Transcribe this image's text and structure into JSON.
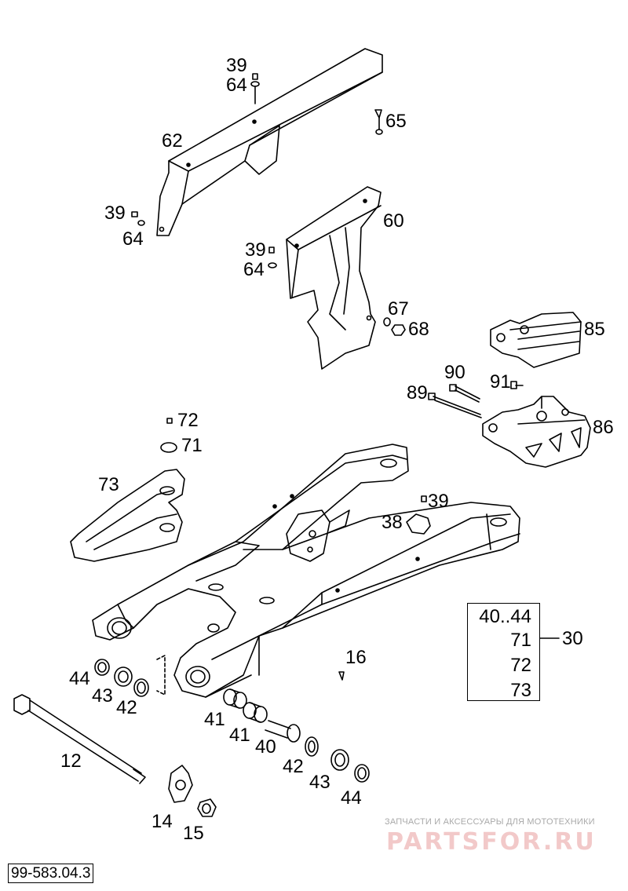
{
  "diagram": {
    "reference_code": "99-583.04.3",
    "callouts": [
      {
        "id": "39-top",
        "text": "39"
      },
      {
        "id": "64-top",
        "text": "64"
      },
      {
        "id": "65",
        "text": "65"
      },
      {
        "id": "62",
        "text": "62"
      },
      {
        "id": "39-left",
        "text": "39"
      },
      {
        "id": "64-left",
        "text": "64"
      },
      {
        "id": "60",
        "text": "60"
      },
      {
        "id": "39-mid",
        "text": "39"
      },
      {
        "id": "64-mid",
        "text": "64"
      },
      {
        "id": "67",
        "text": "67"
      },
      {
        "id": "68",
        "text": "68"
      },
      {
        "id": "85",
        "text": "85"
      },
      {
        "id": "90",
        "text": "90"
      },
      {
        "id": "91",
        "text": "91"
      },
      {
        "id": "89",
        "text": "89"
      },
      {
        "id": "86",
        "text": "86"
      },
      {
        "id": "72",
        "text": "72"
      },
      {
        "id": "71",
        "text": "71"
      },
      {
        "id": "73",
        "text": "73"
      },
      {
        "id": "39-chain",
        "text": "39"
      },
      {
        "id": "38",
        "text": "38"
      },
      {
        "id": "16",
        "text": "16"
      },
      {
        "id": "44-left",
        "text": "44"
      },
      {
        "id": "43-left",
        "text": "43"
      },
      {
        "id": "42-left",
        "text": "42"
      },
      {
        "id": "12",
        "text": "12"
      },
      {
        "id": "41-a",
        "text": "41"
      },
      {
        "id": "41-b",
        "text": "41"
      },
      {
        "id": "40",
        "text": "40"
      },
      {
        "id": "42-right",
        "text": "42"
      },
      {
        "id": "43-right",
        "text": "43"
      },
      {
        "id": "44-right",
        "text": "44"
      },
      {
        "id": "14",
        "text": "14"
      },
      {
        "id": "15",
        "text": "15"
      },
      {
        "id": "30",
        "text": "30"
      }
    ],
    "kit_box": {
      "items": [
        "40..44",
        "71",
        "72",
        "73"
      ],
      "kit_number": "30"
    }
  },
  "watermark": {
    "tagline": "ЗАПЧАСТИ И АКСЕССУАРЫ ДЛЯ МОТОТЕХНИКИ",
    "brand": "PARTSFOR.RU"
  }
}
